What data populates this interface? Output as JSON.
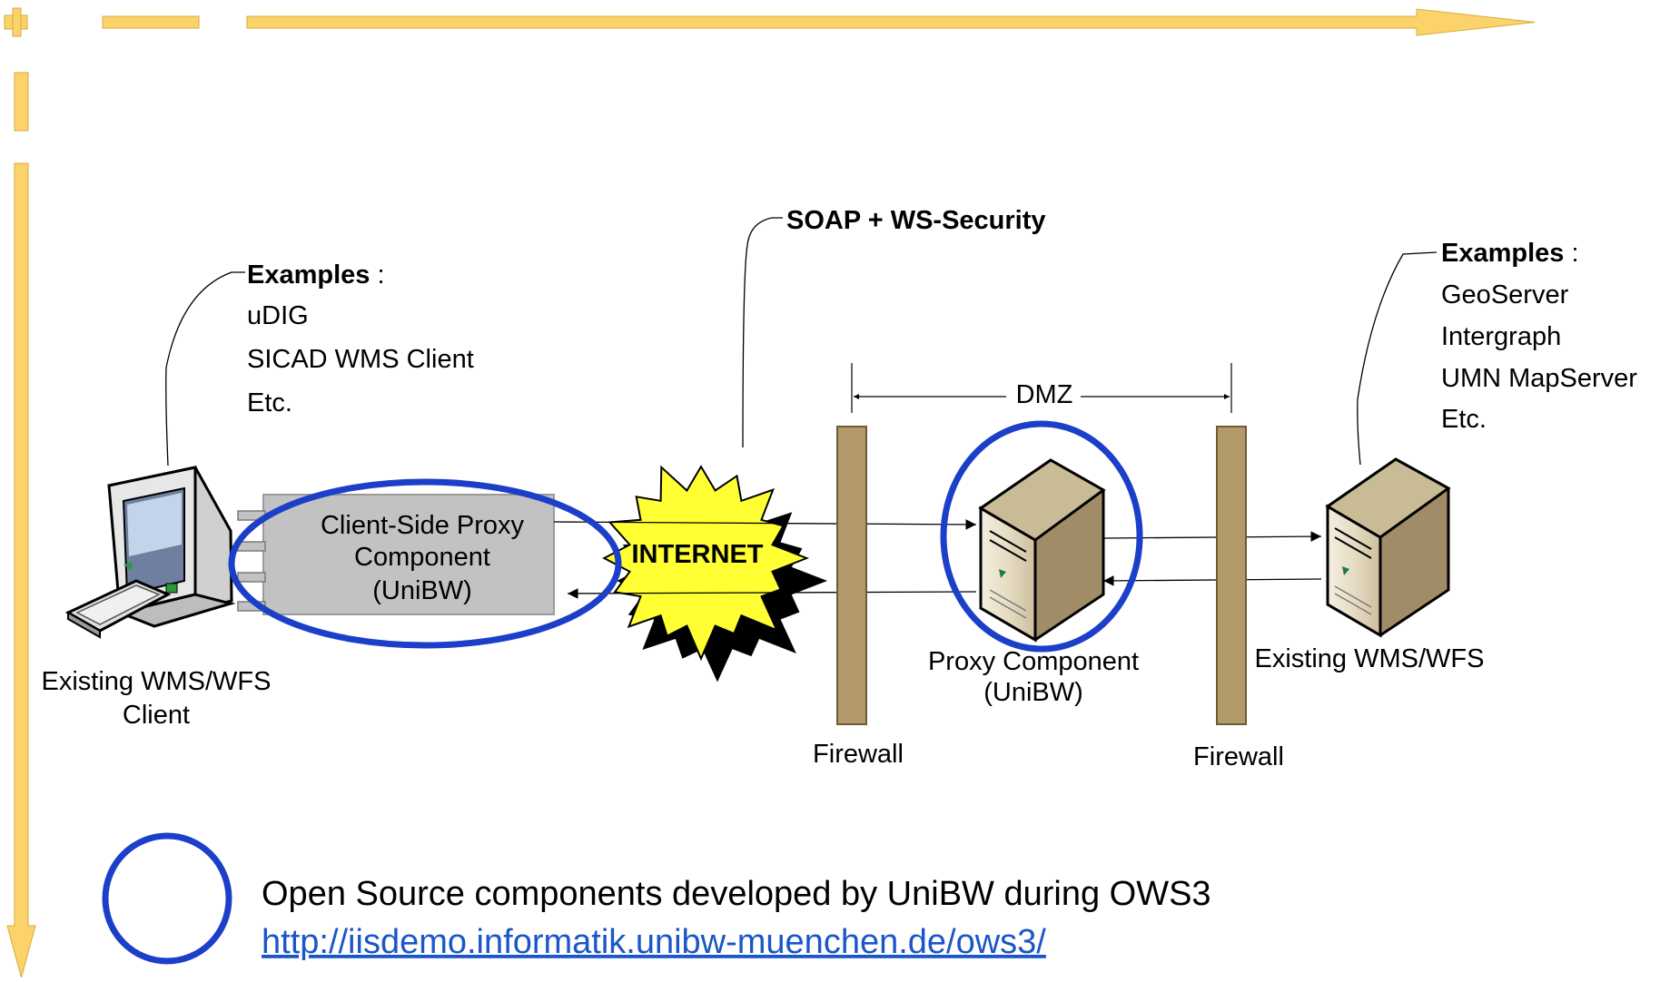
{
  "client": {
    "callout_heading": "Examples",
    "callout_colon": " :",
    "callout_items": [
      "uDIG",
      "SICAD WMS Client",
      "Etc."
    ],
    "label_line1": "Existing WMS/WFS",
    "label_line2": "Client"
  },
  "client_proxy": {
    "line1": "Client-Side Proxy",
    "line2": "Component",
    "line3": "(UniBW)"
  },
  "internet": {
    "label": "INTERNET",
    "callout": "SOAP + WS-Security"
  },
  "dmz": {
    "label": "DMZ"
  },
  "firewalls": {
    "left_label": "Firewall",
    "right_label": "Firewall"
  },
  "proxy": {
    "line1": "Proxy Component",
    "line2": "(UniBW)"
  },
  "server": {
    "callout_heading": "Examples",
    "callout_colon": " :",
    "callout_items": [
      "GeoServer",
      "Intergraph",
      "UMN MapServer",
      "Etc."
    ],
    "label": "Existing WMS/WFS"
  },
  "legend": {
    "text": "Open Source components developed by UniBW during OWS3",
    "link": "http://iisdemo.informatik.unibw-muenchen.de/ows3/"
  },
  "colors": {
    "ring": "#1b3fc8",
    "starburst": "#ffff33",
    "firewall": "#b39a6b",
    "frame_arrow": "#fcd36b",
    "link": "#1a56c8"
  }
}
